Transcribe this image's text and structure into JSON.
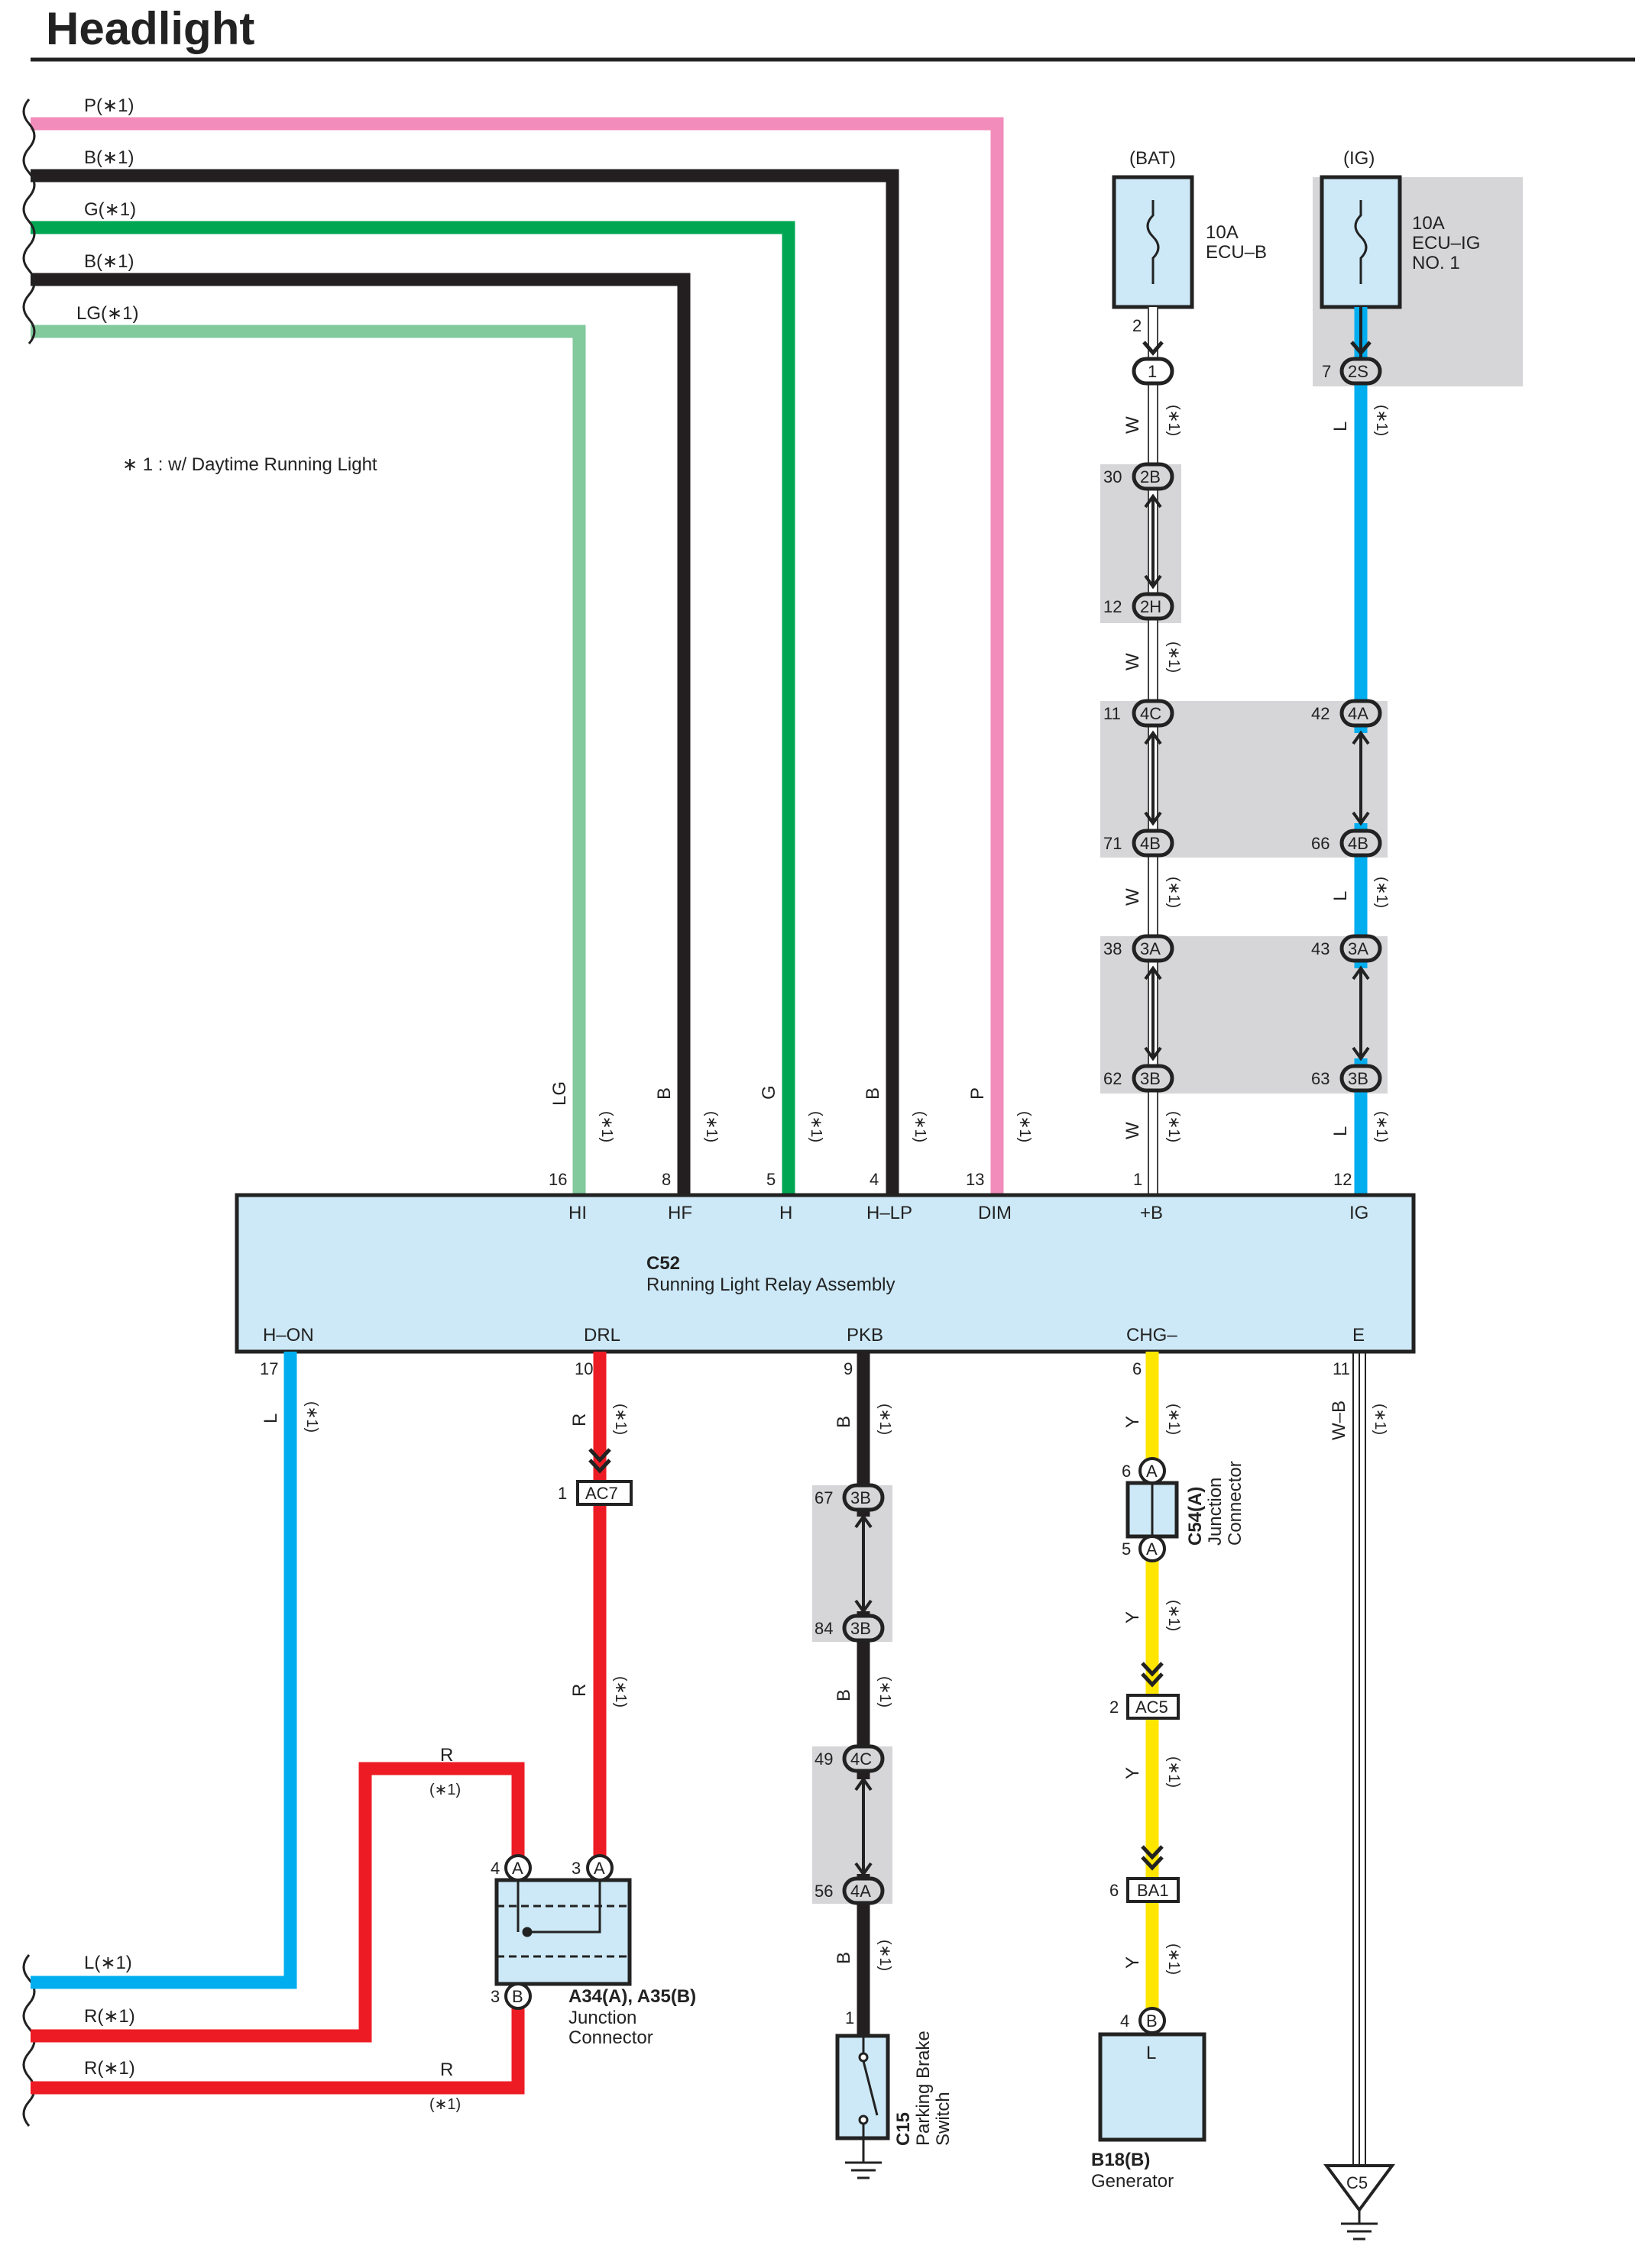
{
  "title": "Headlight",
  "note": "∗ 1 : w/ Daytime Running Light",
  "left_wires": [
    "P(∗1)",
    "B(∗1)",
    "G(∗1)",
    "B(∗1)",
    "LG(∗1)"
  ],
  "bottom_left_wires": [
    "L(∗1)",
    "R(∗1)",
    "R(∗1)"
  ],
  "wire_colors": {
    "P": "#f28cbb",
    "B": "#231f20",
    "G": "#00a651",
    "LG": "#82c99c",
    "L": "#00aeef",
    "R": "#ed1c24",
    "Y": "#ffe600",
    "W": "#ffffff",
    "panel_fill": "#cde9f7",
    "junction_shade": "#d6d6d8"
  },
  "relay": {
    "id": "C52",
    "name": "Running Light Relay Assembly",
    "top_pins": [
      {
        "num": "16",
        "name": "HI",
        "color": "LG"
      },
      {
        "num": "8",
        "name": "HF",
        "color": "B"
      },
      {
        "num": "5",
        "name": "H",
        "color": "G"
      },
      {
        "num": "4",
        "name": "H–LP",
        "color": "B"
      },
      {
        "num": "13",
        "name": "DIM",
        "color": "P"
      },
      {
        "num": "1",
        "name": "+B",
        "color": "W"
      },
      {
        "num": "12",
        "name": "IG",
        "color": "L"
      }
    ],
    "bottom_pins": [
      {
        "num": "17",
        "name": "H–ON",
        "color": "L"
      },
      {
        "num": "10",
        "name": "DRL",
        "color": "R"
      },
      {
        "num": "9",
        "name": "PKB",
        "color": "B"
      },
      {
        "num": "6",
        "name": "CHG–",
        "color": "Y"
      },
      {
        "num": "11",
        "name": "E",
        "color": "W–B"
      }
    ]
  },
  "fuses": [
    {
      "source": "(BAT)",
      "rating": "10A",
      "name": "ECU–B",
      "pin": "2",
      "connector": "1"
    },
    {
      "source": "(IG)",
      "rating": "10A",
      "name": "ECU–IG",
      "name2": "NO. 1",
      "pin": "7",
      "connector": "2S"
    }
  ],
  "bat_chain": [
    {
      "pin": "30",
      "conn": "2B"
    },
    {
      "pin": "12",
      "conn": "2H"
    },
    {
      "pin": "11",
      "conn": "4C"
    },
    {
      "pin": "71",
      "conn": "4B"
    },
    {
      "pin": "38",
      "conn": "3A"
    },
    {
      "pin": "62",
      "conn": "3B"
    }
  ],
  "ig_chain": [
    {
      "pin": "42",
      "conn": "4A"
    },
    {
      "pin": "66",
      "conn": "4B"
    },
    {
      "pin": "43",
      "conn": "3A"
    },
    {
      "pin": "63",
      "conn": "3B"
    }
  ],
  "pkb_chain": [
    {
      "pin": "67",
      "conn": "3B"
    },
    {
      "pin": "84",
      "conn": "3B"
    },
    {
      "pin": "49",
      "conn": "4C"
    },
    {
      "pin": "56",
      "conn": "4A"
    }
  ],
  "drl_connector": {
    "pin": "1",
    "name": "AC7"
  },
  "junction_a34": {
    "pins": [
      {
        "num": "4",
        "letter": "A"
      },
      {
        "num": "3",
        "letter": "A"
      },
      {
        "num": "3",
        "letter": "B"
      }
    ],
    "name": "A34(A), A35(B)",
    "line2": "Junction",
    "line3": "Connector",
    "wire_label": "R",
    "wire_ast": "(∗1)"
  },
  "c54": {
    "pin_top": "6",
    "pin_top_letter": "A",
    "pin_bot": "5",
    "pin_bot_letter": "A",
    "name": "C54(A)",
    "line2": "Junction",
    "line3": "Connector"
  },
  "ac5": {
    "pin": "2",
    "name": "AC5"
  },
  "ba1": {
    "pin": "6",
    "name": "BA1"
  },
  "generator": {
    "pin": "4",
    "letter": "B",
    "terminal": "L",
    "id": "B18(B)",
    "name": "Generator"
  },
  "parking_switch": {
    "pin": "1",
    "id": "C15",
    "line1": "Parking Brake",
    "line2": "Switch"
  },
  "ground": {
    "id": "C5"
  },
  "wire_labels": {
    "W": "W",
    "L": "L",
    "LG": "LG",
    "B": "B",
    "G": "G",
    "P": "P",
    "R": "R",
    "Y": "Y",
    "WB": "W–B"
  },
  "asterisk": "(∗1)"
}
